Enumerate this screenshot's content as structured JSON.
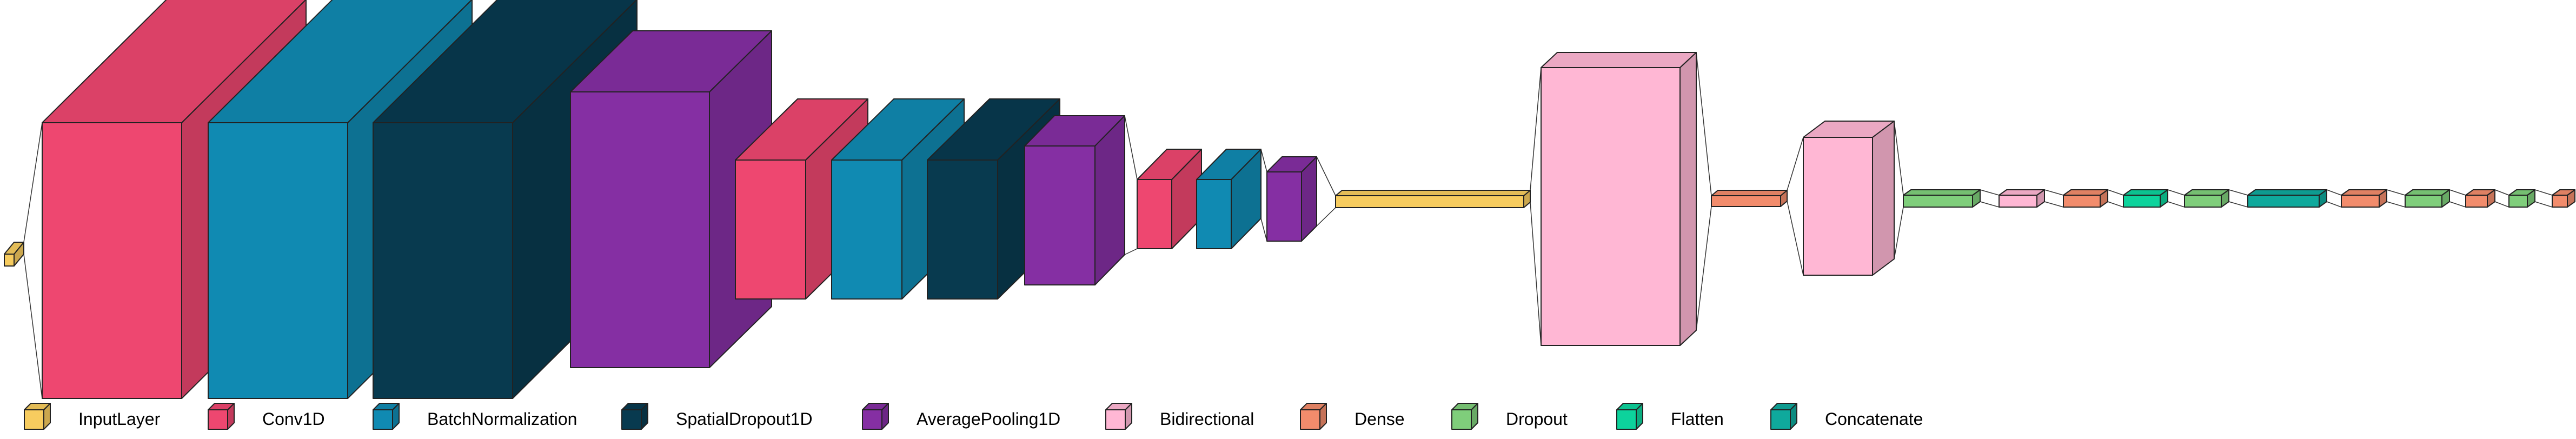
{
  "legend": [
    {
      "label": "InputLayer",
      "color": "#F7CC5F"
    },
    {
      "label": "Conv1D",
      "color": "#EE4770"
    },
    {
      "label": "BatchNormalization",
      "color": "#108AB2"
    },
    {
      "label": "SpatialDropout1D",
      "color": "#083A4F"
    },
    {
      "label": "AveragePooling1D",
      "color": "#852FA3"
    },
    {
      "label": "Bidirectional",
      "color": "#FFB7D4"
    },
    {
      "label": "Dense",
      "color": "#F28C6C"
    },
    {
      "label": "Dropout",
      "color": "#7FCE7B"
    },
    {
      "label": "Flatten",
      "color": "#0DD39C"
    },
    {
      "label": "Concatenate",
      "color": "#0FA99C"
    }
  ],
  "layers": [
    {
      "type": "InputLayer"
    },
    {
      "type": "Conv1D"
    },
    {
      "type": "BatchNormalization"
    },
    {
      "type": "SpatialDropout1D"
    },
    {
      "type": "AveragePooling1D"
    },
    {
      "type": "Conv1D"
    },
    {
      "type": "BatchNormalization"
    },
    {
      "type": "SpatialDropout1D"
    },
    {
      "type": "AveragePooling1D"
    },
    {
      "type": "Conv1D"
    },
    {
      "type": "BatchNormalization"
    },
    {
      "type": "AveragePooling1D"
    },
    {
      "type": "InputLayer"
    },
    {
      "type": "Bidirectional"
    },
    {
      "type": "Dense"
    },
    {
      "type": "Bidirectional"
    },
    {
      "type": "Dropout"
    },
    {
      "type": "Bidirectional"
    },
    {
      "type": "Dense"
    },
    {
      "type": "Flatten"
    },
    {
      "type": "Dropout"
    },
    {
      "type": "Concatenate"
    },
    {
      "type": "Dense"
    },
    {
      "type": "Dropout"
    },
    {
      "type": "Dense"
    },
    {
      "type": "Dropout"
    },
    {
      "type": "Dense"
    }
  ]
}
